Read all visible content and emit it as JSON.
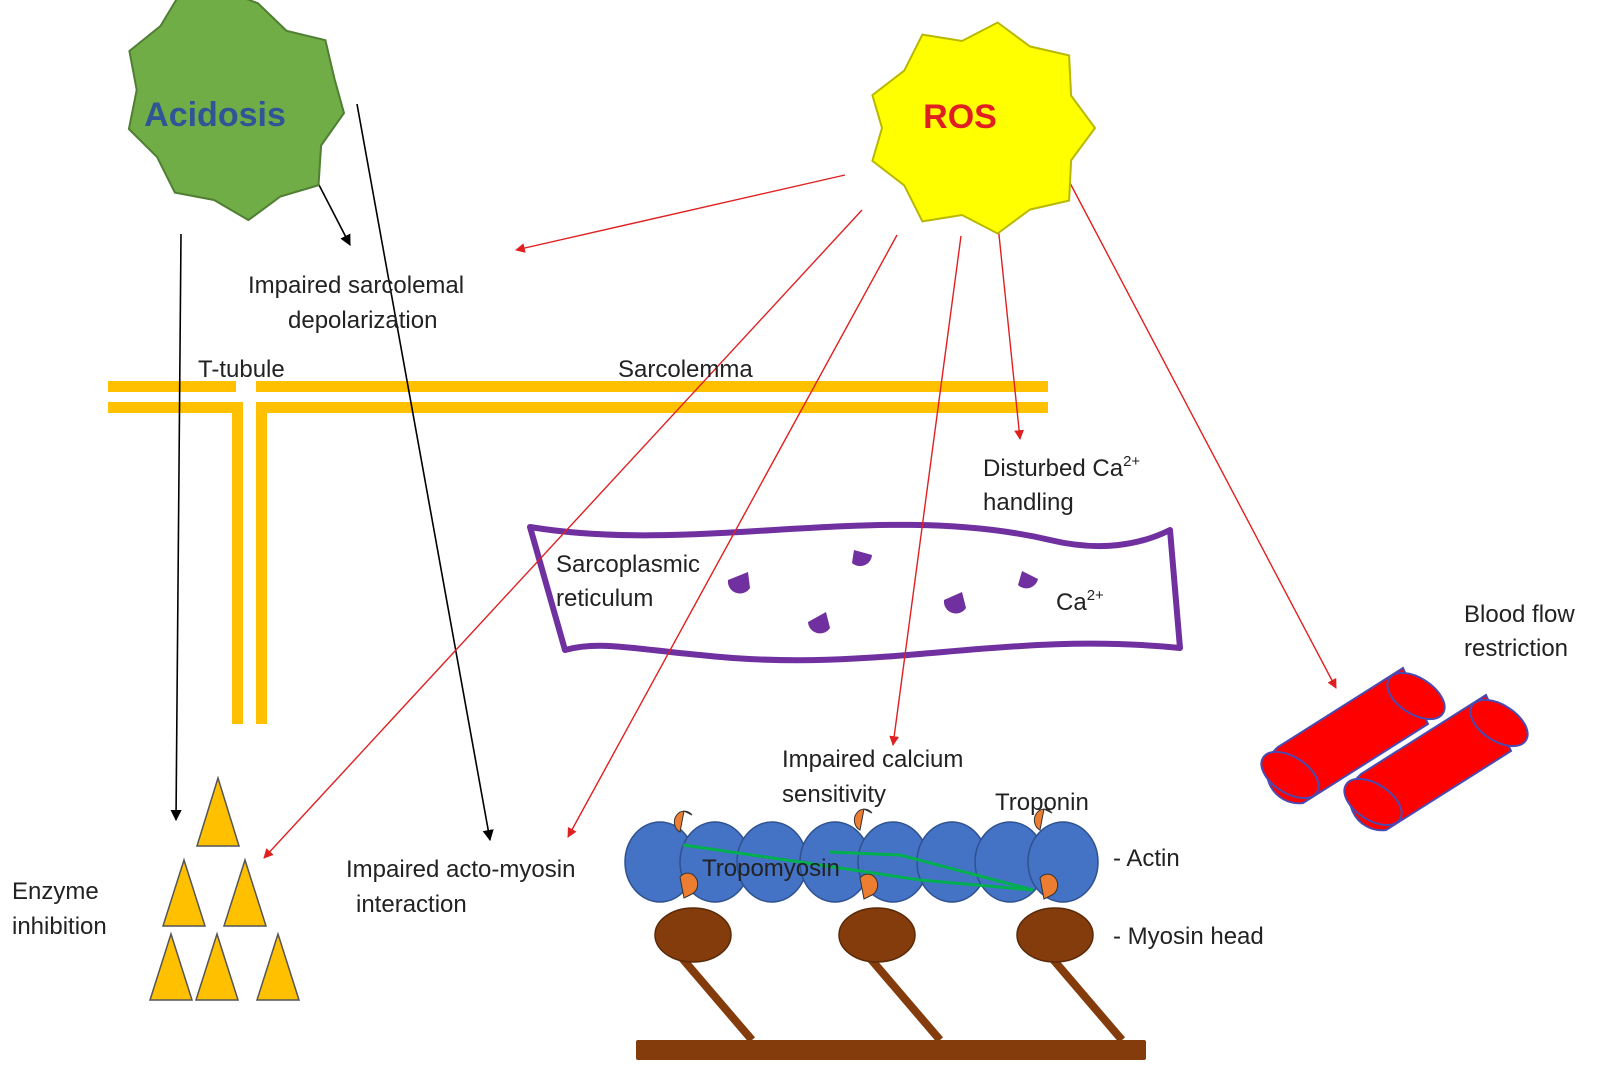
{
  "bursts": {
    "acidosis": {
      "label": "Acidosis",
      "fill": "#70ad47",
      "text_color": "#2f5597"
    },
    "ros": {
      "label": "ROS",
      "fill": "#ffff00",
      "text_color": "#e02020"
    }
  },
  "labels": {
    "impaired_sarcolemal_line1": "Impaired sarcolemal",
    "impaired_sarcolemal_line2": "depolarization",
    "t_tubule": "T-tubule",
    "sarcolemma": "Sarcolemma",
    "disturbed_ca_line1": "Disturbed Ca",
    "disturbed_ca_sup": "2+",
    "disturbed_ca_line2": "handling",
    "sr_line1": "Sarcoplasmic",
    "sr_line2": "reticulum",
    "ca_ion": "Ca",
    "ca_ion_sup": "2+",
    "blood_flow_line1": "Blood flow",
    "blood_flow_line2": "restriction",
    "impaired_calcium_line1": "Impaired calcium",
    "impaired_calcium_line2": "sensitivity",
    "troponin": "Troponin",
    "tropomyosin": "Tropomyosin",
    "actin": "- Actin",
    "myosin_head": "- Myosin head",
    "impaired_actomyosin_line1": "Impaired acto-myosin",
    "impaired_actomyosin_line2": "interaction",
    "enzyme_line1": "Enzyme",
    "enzyme_line2": "inhibition"
  },
  "colors": {
    "arrow_black": "#000000",
    "arrow_red": "#e02020",
    "membrane": "#ffc000",
    "sr_outline": "#7030a0",
    "ca_ion": "#7030a0",
    "vessel": "#ff0000",
    "vessel_outline": "#4a4ab0",
    "actin": "#4472c4",
    "troponin": "#ed7d31",
    "tropomyosin": "#00b050",
    "myosin": "#843c0c",
    "enzyme": "#ffc000"
  }
}
